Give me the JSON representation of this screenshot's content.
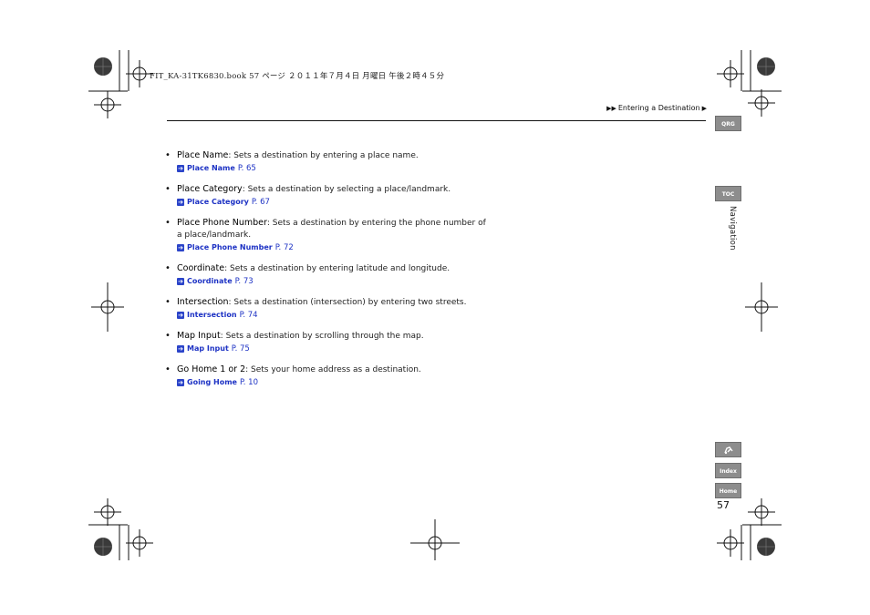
{
  "header": {
    "print_line": "FIT_KA-31TK6830.book  57 ページ  ２０１１年７月４日  月曜日  午後２時４５分",
    "breadcrumb": "Entering a Destination"
  },
  "items": [
    {
      "term": "Place Name",
      "desc": ": Sets a destination by entering a place name.",
      "ref": "Place Name",
      "page": "P. 65"
    },
    {
      "term": "Place Category",
      "desc": ": Sets a destination by selecting a place/landmark.",
      "ref": "Place Category",
      "page": "P. 67"
    },
    {
      "term": "Place Phone Number",
      "desc": ": Sets a destination by entering the phone number of a place/landmark.",
      "ref": "Place Phone Number",
      "page": "P. 72"
    },
    {
      "term": "Coordinate",
      "desc": ": Sets a destination by entering latitude and longitude.",
      "ref": "Coordinate",
      "page": "P. 73"
    },
    {
      "term": "Intersection",
      "desc": ": Sets a destination (intersection) by entering two streets.",
      "ref": "Intersection",
      "page": "P. 74"
    },
    {
      "term": "Map Input",
      "desc": ": Sets a destination by scrolling through the map.",
      "ref": "Map Input",
      "page": "P. 75"
    },
    {
      "term": "Go Home 1 or 2",
      "desc": ": Sets your home address as a destination.",
      "ref": "Going Home",
      "page": "P. 10"
    }
  ],
  "side_tabs": {
    "qrg": "QRG",
    "toc": "TOC",
    "section": "Navigation",
    "index": "Index",
    "home": "Home"
  },
  "page_number": "57",
  "icons": {
    "xref": "right-arrow-box-icon",
    "tab": "car-icon",
    "bullet": "•"
  },
  "colors": {
    "link": "#1d32c4",
    "tab_bg": "#8d8d8d"
  }
}
